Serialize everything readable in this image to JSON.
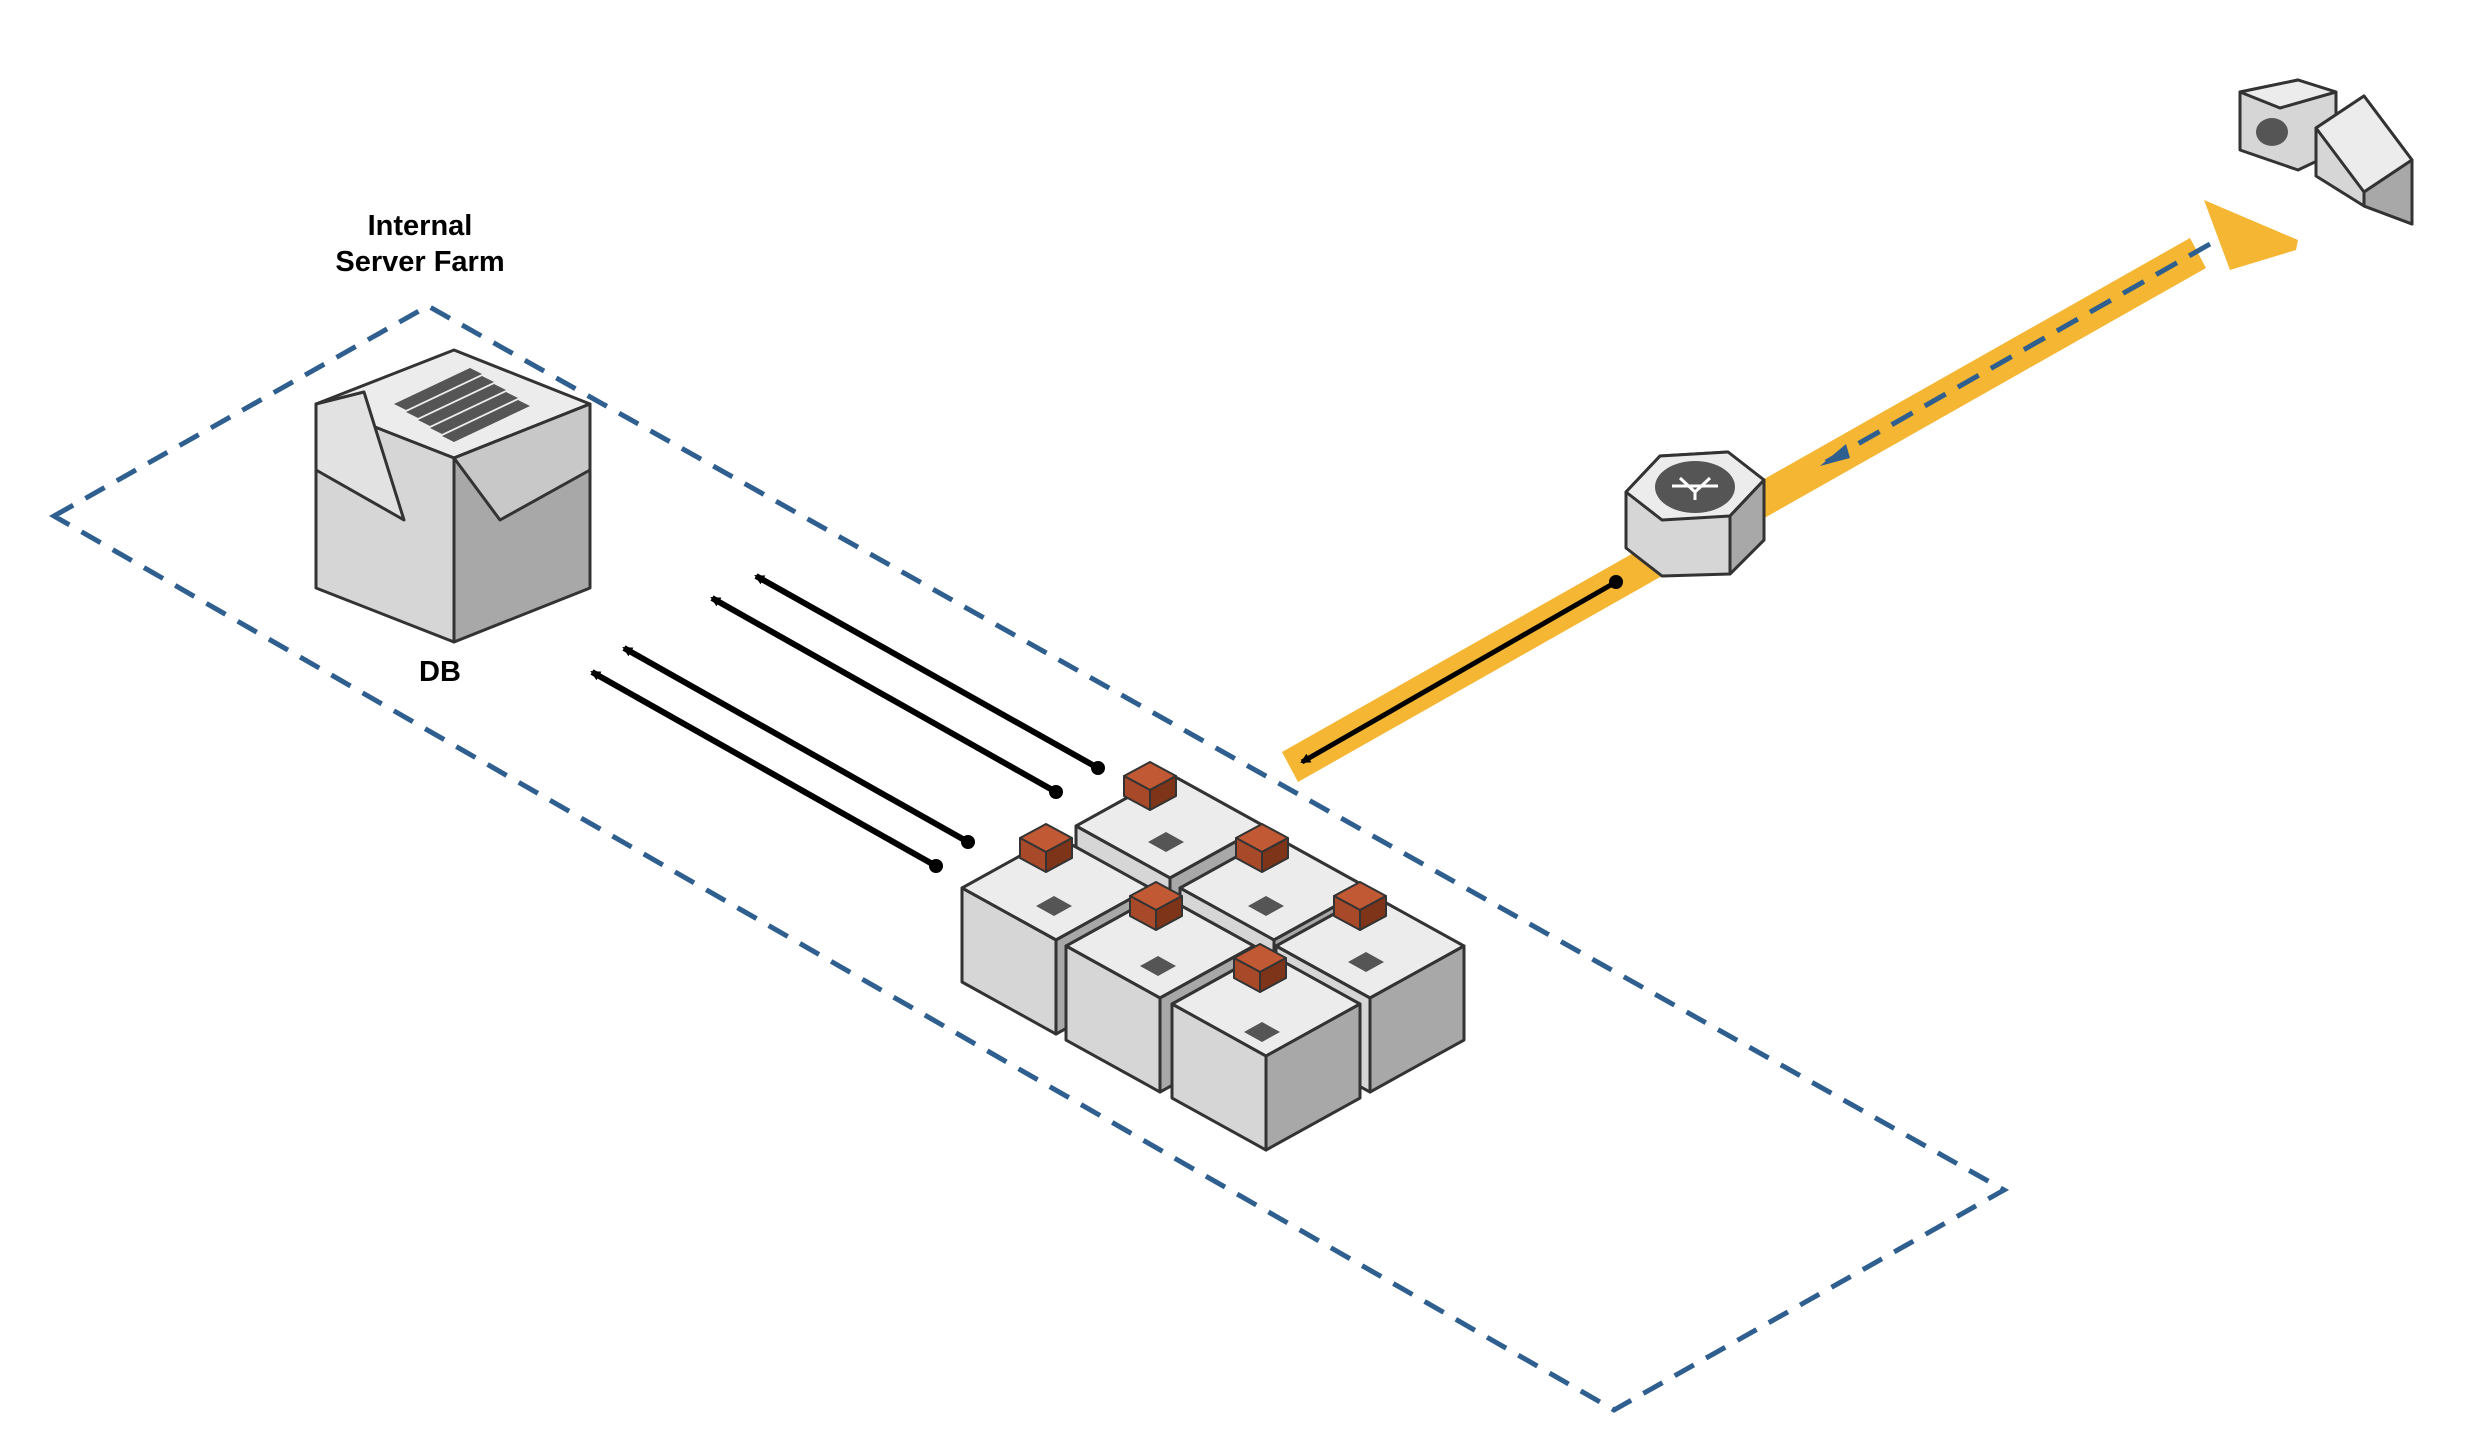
{
  "diagram": {
    "zone_label_line1": "Internal",
    "zone_label_line2": "Server Farm",
    "db_label": "DB"
  },
  "colors": {
    "zone_border": "#2f5f8f",
    "traffic_path": "#f4b633",
    "request_arrow": "#000000",
    "cube_top": "#ececec",
    "cube_left": "#d6d6d6",
    "cube_right": "#a8a8a8",
    "cube_outline": "#333333",
    "app_package": "#a84a2a",
    "icon_badge": "#555555"
  },
  "icons": {
    "db_server": "database-server-icon",
    "web_server_cluster": "server-cube-icon",
    "app_package": "package-icon",
    "load_balancer": "load-balancer-icon",
    "internet_client": "cloud-client-icon"
  }
}
